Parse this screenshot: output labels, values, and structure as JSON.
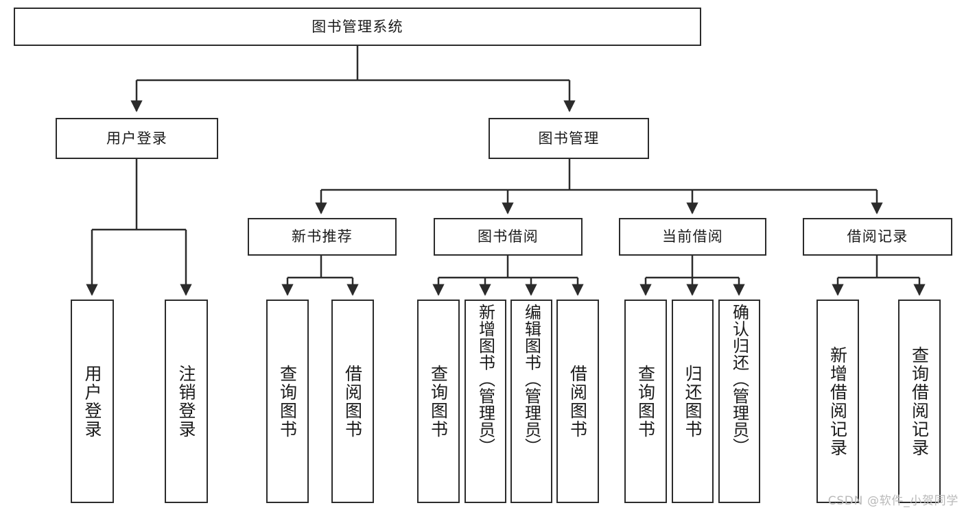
{
  "diagram": {
    "type": "tree-hierarchy",
    "title": "图书管理系统",
    "watermark": "CSDN @软件_小贺同学",
    "colors": {
      "border": "#2b2b2b",
      "background": "#ffffff",
      "text": "#1a1a1a",
      "watermark": "#b9b9b9"
    }
  },
  "nodes": {
    "root": {
      "label": "图书管理系统"
    },
    "level2": [
      {
        "label": "用户登录"
      },
      {
        "label": "图书管理"
      }
    ],
    "level3": [
      {
        "label": "新书推荐"
      },
      {
        "label": "图书借阅"
      },
      {
        "label": "当前借阅"
      },
      {
        "label": "借阅记录"
      }
    ],
    "leaves": {
      "user_login": [
        {
          "label": "用户登录"
        },
        {
          "label": "注销登录"
        }
      ],
      "new_book_recommend": [
        {
          "label": "查询图书"
        },
        {
          "label": "借阅图书"
        }
      ],
      "book_borrow": [
        {
          "label": "查询图书"
        },
        {
          "label": "新增图书（管理员）"
        },
        {
          "label": "编辑图书（管理员）"
        },
        {
          "label": "借阅图书"
        }
      ],
      "current_borrow": [
        {
          "label": "查询图书"
        },
        {
          "label": "归还图书"
        },
        {
          "label": "确认归还（管理员）"
        }
      ],
      "borrow_record": [
        {
          "label": "新增借阅记录"
        },
        {
          "label": "查询借阅记录"
        }
      ]
    }
  }
}
